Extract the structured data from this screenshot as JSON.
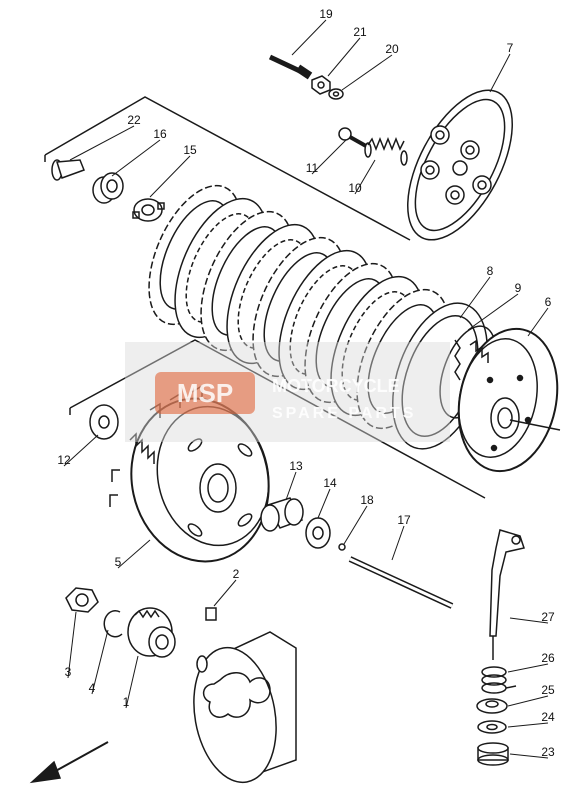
{
  "watermark": {
    "logo_text": "MSP",
    "line1": "MOTORCYCLE",
    "line2": "SPARE PARTS",
    "color": "#e05a2a"
  },
  "callouts": [
    "19",
    "21",
    "20",
    "7",
    "22",
    "16",
    "15",
    "11",
    "10",
    "8",
    "9",
    "6",
    "12",
    "13",
    "14",
    "18",
    "17",
    "5",
    "2",
    "27",
    "26",
    "25",
    "24",
    "23",
    "3",
    "4",
    "1"
  ],
  "direction_arrow": "front-arrow-icon",
  "colors": {
    "ink": "#1a1a1a",
    "paper": "#ffffff",
    "watermark_band": "#d9d9d9"
  }
}
